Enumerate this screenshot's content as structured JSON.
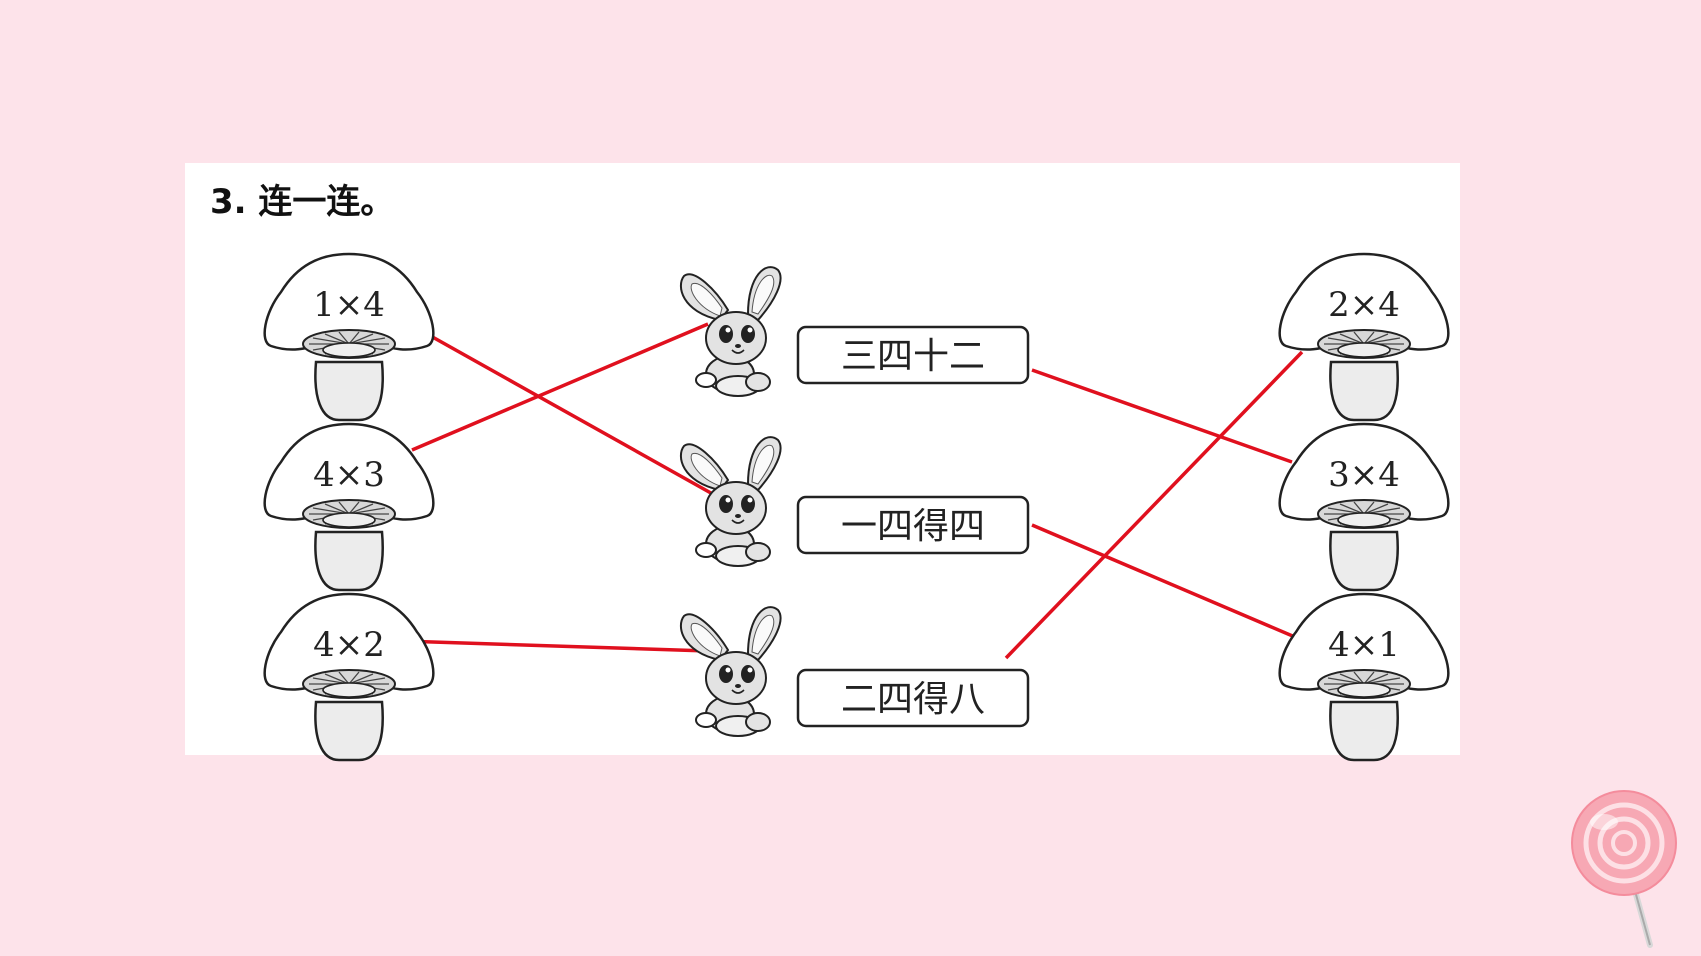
{
  "title": "3. 连一连。",
  "left_mushrooms": [
    "1×4",
    "4×3",
    "4×2"
  ],
  "rhymes": [
    "三四十二",
    "一四得四",
    "二四得八"
  ],
  "right_mushrooms": [
    "2×4",
    "3×4",
    "4×1"
  ],
  "connections": [
    {
      "from": "1×4",
      "to": "一四得四"
    },
    {
      "from": "4×3",
      "to": "三四十二"
    },
    {
      "from": "4×2",
      "to": "二四得八"
    },
    {
      "from": "三四十二",
      "to": "3×4"
    },
    {
      "from": "一四得四",
      "to": "4×1"
    },
    {
      "from": "二四得八",
      "to": "2×4"
    }
  ],
  "colors": {
    "background": "#fde3ea",
    "line": "#e0101e",
    "panel": "#ffffff"
  }
}
